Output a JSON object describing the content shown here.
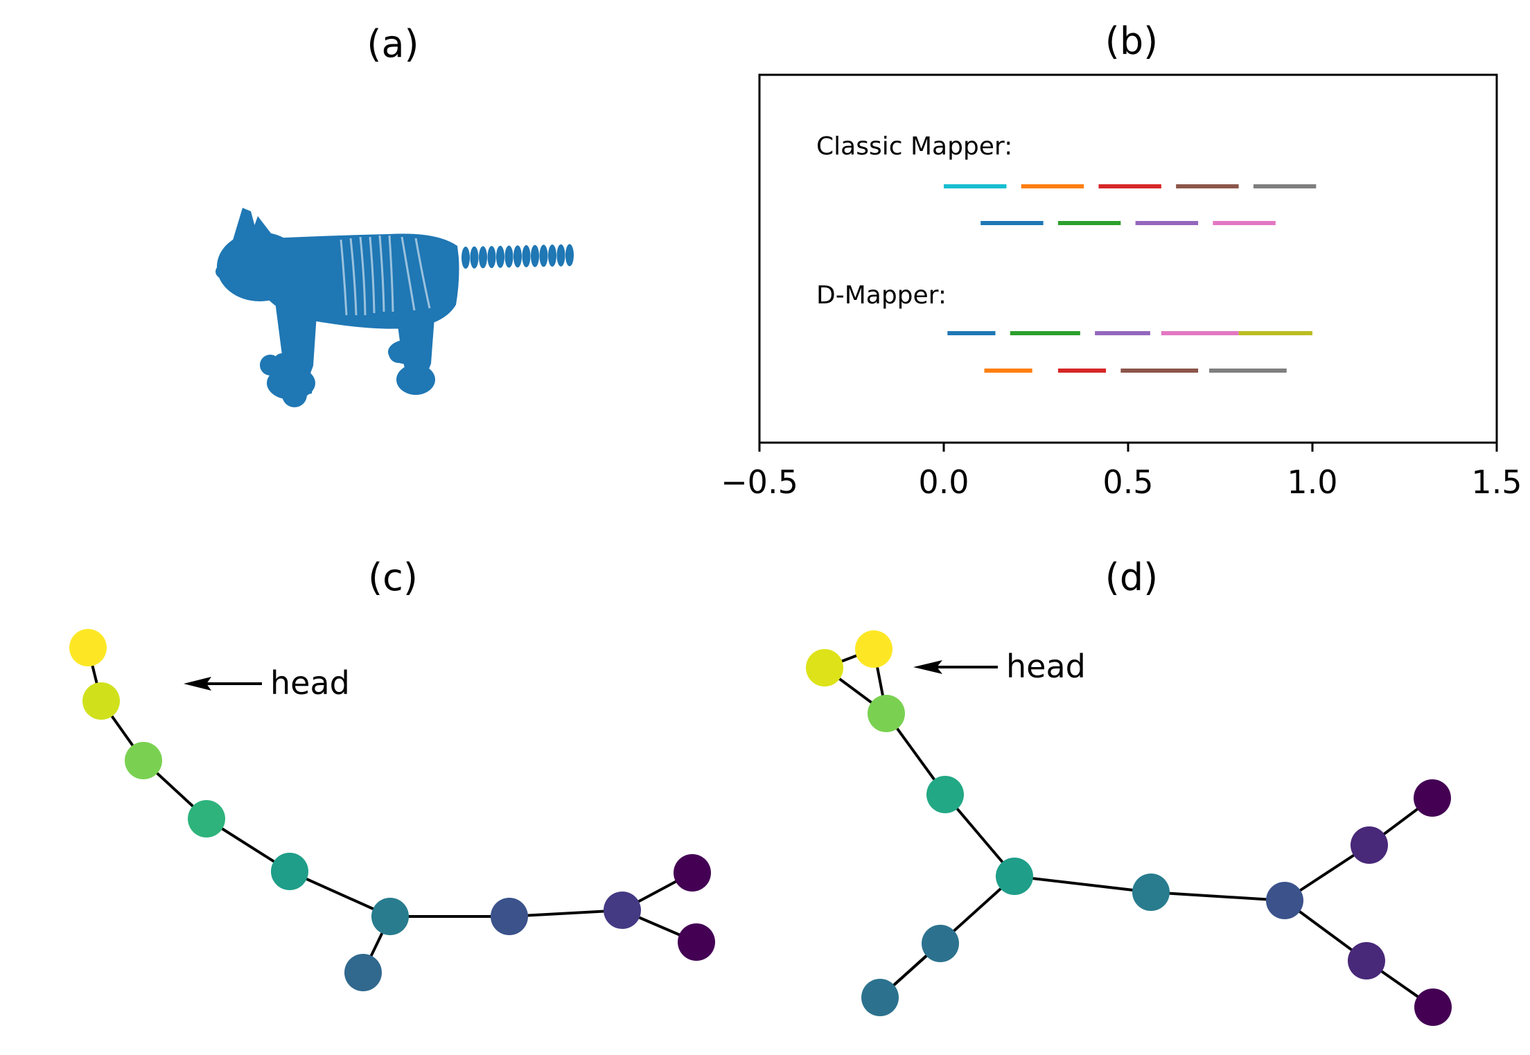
{
  "panels": {
    "a": {
      "label": "(a)"
    },
    "b": {
      "label": "(b)"
    },
    "c": {
      "label": "(c)",
      "annotation": "head"
    },
    "d": {
      "label": "(d)",
      "annotation": "head"
    }
  },
  "chart_data": [
    {
      "panel": "a",
      "type": "scatter",
      "description_visible": "3D point cloud of a cat",
      "color": "#1f77b4"
    },
    {
      "panel": "b",
      "type": "interval",
      "xlim": [
        -0.5,
        1.5
      ],
      "xticks": [
        "−0.5",
        "0.0",
        "0.5",
        "1.0",
        "1.5"
      ],
      "xtick_values": [
        -0.5,
        0.0,
        0.5,
        1.0,
        1.5
      ],
      "groups": [
        {
          "name": "Classic Mapper:",
          "rows": [
            [
              {
                "start": 0.0,
                "end": 0.17,
                "color": "#17becf"
              },
              {
                "start": 0.21,
                "end": 0.38,
                "color": "#ff7f0e"
              },
              {
                "start": 0.42,
                "end": 0.59,
                "color": "#d62728"
              },
              {
                "start": 0.63,
                "end": 0.8,
                "color": "#8c564b"
              },
              {
                "start": 0.84,
                "end": 1.01,
                "color": "#7f7f7f"
              }
            ],
            [
              {
                "start": 0.1,
                "end": 0.27,
                "color": "#1f77b4"
              },
              {
                "start": 0.31,
                "end": 0.48,
                "color": "#2ca02c"
              },
              {
                "start": 0.52,
                "end": 0.69,
                "color": "#9467bd"
              },
              {
                "start": 0.73,
                "end": 0.9,
                "color": "#e377c2"
              }
            ]
          ]
        },
        {
          "name": "D-Mapper:",
          "rows": [
            [
              {
                "start": 0.01,
                "end": 0.14,
                "color": "#1f77b4"
              },
              {
                "start": 0.18,
                "end": 0.37,
                "color": "#2ca02c"
              },
              {
                "start": 0.41,
                "end": 0.56,
                "color": "#9467bd"
              },
              {
                "start": 0.59,
                "end": 0.8,
                "color": "#e377c2"
              },
              {
                "start": 0.8,
                "end": 1.0,
                "color": "#bcbd22"
              }
            ],
            [
              {
                "start": 0.11,
                "end": 0.24,
                "color": "#ff7f0e"
              },
              {
                "start": 0.31,
                "end": 0.44,
                "color": "#d62728"
              },
              {
                "start": 0.48,
                "end": 0.69,
                "color": "#8c564b"
              },
              {
                "start": 0.72,
                "end": 0.93,
                "color": "#7f7f7f"
              }
            ]
          ]
        }
      ]
    },
    {
      "panel": "c",
      "type": "graph",
      "nodes": [
        {
          "id": 0,
          "color": "#fde725"
        },
        {
          "id": 1,
          "color": "#d0e11c"
        },
        {
          "id": 2,
          "color": "#7ad151"
        },
        {
          "id": 3,
          "color": "#2eb37c"
        },
        {
          "id": 4,
          "color": "#1f9e89"
        },
        {
          "id": 5,
          "color": "#287c8e"
        },
        {
          "id": 6,
          "color": "#31688e"
        },
        {
          "id": 7,
          "color": "#3b528b"
        },
        {
          "id": 8,
          "color": "#443983"
        },
        {
          "id": 9,
          "color": "#440154"
        },
        {
          "id": 10,
          "color": "#440154"
        }
      ],
      "edges": [
        [
          0,
          1
        ],
        [
          1,
          2
        ],
        [
          2,
          3
        ],
        [
          3,
          4
        ],
        [
          4,
          5
        ],
        [
          5,
          6
        ],
        [
          5,
          7
        ],
        [
          7,
          8
        ],
        [
          8,
          9
        ],
        [
          8,
          10
        ]
      ]
    },
    {
      "panel": "d",
      "type": "graph",
      "nodes": [
        {
          "id": 0,
          "color": "#fde725"
        },
        {
          "id": 1,
          "color": "#dde318"
        },
        {
          "id": 2,
          "color": "#7ad151"
        },
        {
          "id": 3,
          "color": "#22a884"
        },
        {
          "id": 4,
          "color": "#1f9e89"
        },
        {
          "id": 5,
          "color": "#287c8e"
        },
        {
          "id": 6,
          "color": "#2c728e"
        },
        {
          "id": 7,
          "color": "#3b528b"
        },
        {
          "id": 8,
          "color": "#482878"
        },
        {
          "id": 9,
          "color": "#440154"
        },
        {
          "id": 10,
          "color": "#482878"
        },
        {
          "id": 11,
          "color": "#440154"
        },
        {
          "id": 12,
          "color": "#2c728e"
        }
      ],
      "edges": [
        [
          0,
          1
        ],
        [
          1,
          2
        ],
        [
          0,
          2
        ],
        [
          2,
          3
        ],
        [
          3,
          4
        ],
        [
          4,
          12
        ],
        [
          12,
          6
        ],
        [
          4,
          5
        ],
        [
          5,
          7
        ],
        [
          7,
          8
        ],
        [
          8,
          9
        ],
        [
          7,
          10
        ],
        [
          10,
          11
        ]
      ]
    }
  ]
}
